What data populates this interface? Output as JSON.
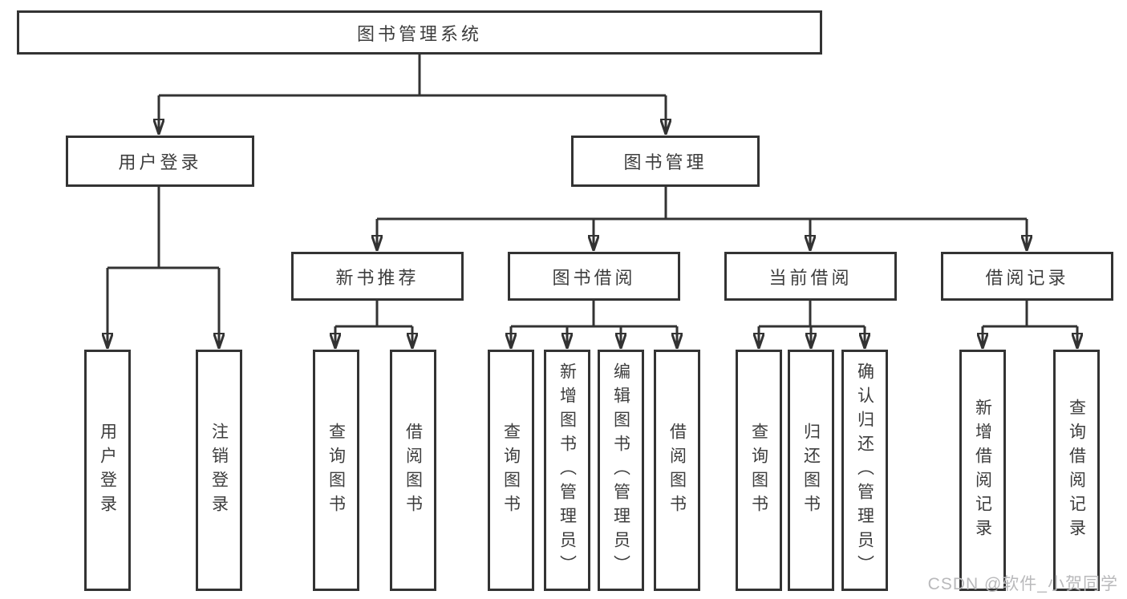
{
  "tree": {
    "label": "图书管理系统",
    "children": [
      {
        "label": "用户登录",
        "children": [
          {
            "label": "用户登录"
          },
          {
            "label": "注销登录"
          }
        ]
      },
      {
        "label": "图书管理",
        "children": [
          {
            "label": "新书推荐",
            "children": [
              {
                "label": "查询图书"
              },
              {
                "label": "借阅图书"
              }
            ]
          },
          {
            "label": "图书借阅",
            "children": [
              {
                "label": "查询图书"
              },
              {
                "label": "新增图书（管理员）"
              },
              {
                "label": "编辑图书（管理员）"
              },
              {
                "label": "借阅图书"
              }
            ]
          },
          {
            "label": "当前借阅",
            "children": [
              {
                "label": "查询图书"
              },
              {
                "label": "归还图书"
              },
              {
                "label": "确认归还（管理员）"
              }
            ]
          },
          {
            "label": "借阅记录",
            "children": [
              {
                "label": "新增借阅记录"
              },
              {
                "label": "查询借阅记录"
              }
            ]
          }
        ]
      }
    ]
  },
  "watermark": {
    "text": "CSDN @软件_小贺同学"
  },
  "colors": {
    "line": "#333333",
    "box_border": "#333333",
    "box_fill": "#ffffff",
    "text": "#3d3d3d",
    "watermark": "#b9b9bb",
    "background": "#ffffff"
  }
}
